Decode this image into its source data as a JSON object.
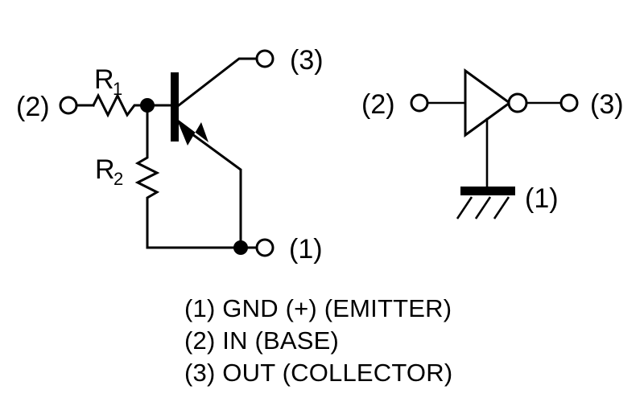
{
  "figure": {
    "title": "Transistor inverter equivalent circuit and logic symbol",
    "background_color": "#ffffff",
    "line_color": "#000000"
  },
  "transistor_circuit": {
    "name": "discrete-transistor-inverter",
    "input_pin_label": "(2)",
    "output_pin_label": "(3)",
    "ground_pin_label": "(1)",
    "resistor_series": {
      "ref": "R",
      "subscript": "1",
      "full_label": "R1",
      "orientation": "horizontal"
    },
    "resistor_pulldown": {
      "ref": "R",
      "subscript": "2",
      "full_label": "R2",
      "orientation": "vertical"
    },
    "device": {
      "type": "bipolar-transistor",
      "polarity": "PNP",
      "base_terminal": "(2)",
      "collector_terminal": "(3)",
      "emitter_terminal": "(1)"
    }
  },
  "logic_symbol": {
    "name": "inverter-gate-symbol",
    "gate_type": "inverter",
    "input_pin_label": "(2)",
    "output_pin_label": "(3)",
    "ground_pin_label": "(1)",
    "has_inversion_bubble": true,
    "ground_symbol": "chassis-ground"
  },
  "legend": {
    "lines": [
      "(1) GND (+) (EMITTER)",
      "(2) IN (BASE)",
      "(3) OUT (COLLECTOR)"
    ]
  }
}
